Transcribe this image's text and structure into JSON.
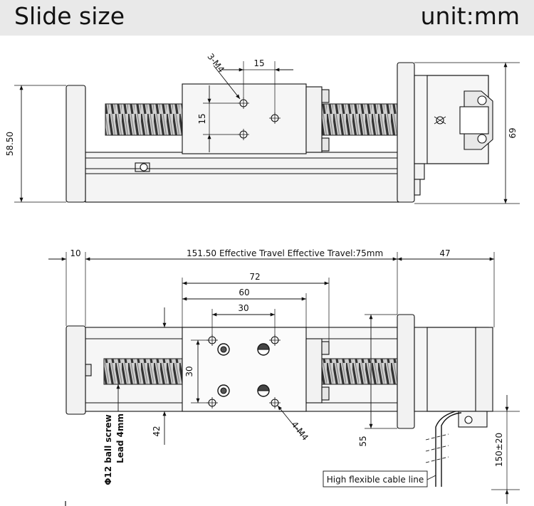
{
  "header": {
    "title": "Slide size",
    "unit": "unit:mm"
  },
  "top_view": {
    "dim_height_left": "58.50",
    "dim_height_right": "69",
    "dim_hole_spacing_x": "15",
    "dim_hole_spacing_y": "15",
    "callout_holes": "3-M4"
  },
  "bottom_view": {
    "dim_end_plate": "10",
    "dim_total_length": "151.50",
    "travel_note": "Effective Travel Effective Travel:75mm",
    "dim_motor": "47",
    "dim_plate_width": "72",
    "dim_hole_x_60": "60",
    "dim_hole_x_30": "30",
    "dim_hole_y_30": "30",
    "dim_42": "42",
    "dim_55": "55",
    "dim_cable": "150±20",
    "callout_holes": "4-M4",
    "ball_screw_line1": "Φ12 ball screw",
    "ball_screw_line2": "Lead 4mm",
    "cable_label": "High flexible cable line"
  },
  "colors": {
    "header_bg": "#e9e9e9",
    "line": "#111111",
    "metal_fill": "#f2f2f2",
    "screw_dark": "#3a3a3a"
  }
}
